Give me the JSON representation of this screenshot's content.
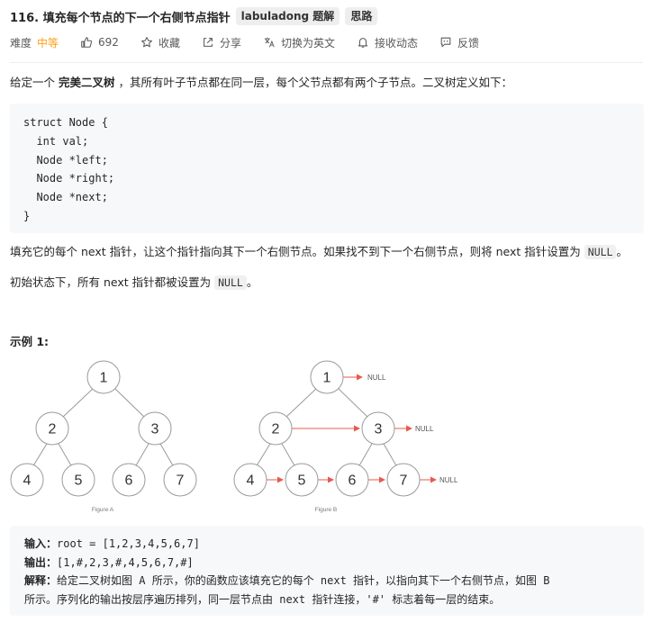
{
  "header": {
    "title": "116. 填充每个节点的下一个右侧节点指针",
    "tags": [
      "labuladong 题解",
      "思路"
    ]
  },
  "meta": {
    "difficulty_label": "难度",
    "difficulty_value": "中等",
    "likes": "692",
    "favorite": "收藏",
    "share": "分享",
    "translate": "切换为英文",
    "notify": "接收动态",
    "feedback": "反馈"
  },
  "description": {
    "intro_before": "给定一个 ",
    "intro_bold": "完美二叉树",
    "intro_after": " ，其所有叶子节点都在同一层，每个父节点都有两个子节点。二叉树定义如下：",
    "code": "struct Node {\n  int val;\n  Node *left;\n  Node *right;\n  Node *next;\n}",
    "para2_before": "填充它的每个 next 指针，让这个指针指向其下一个右侧节点。如果找不到下一个右侧节点，则将 next 指针设置为 ",
    "para2_code": "NULL",
    "para2_after": "。",
    "para3_before": "初始状态下，所有 next 指针都被设置为 ",
    "para3_code": "NULL",
    "para3_after": "。"
  },
  "example": {
    "title": "示例 1:",
    "figure_a": {
      "caption": "Figure A",
      "nodes": [
        "1",
        "2",
        "3",
        "4",
        "5",
        "6",
        "7"
      ]
    },
    "figure_b": {
      "caption": "Figure B",
      "nodes": [
        "1",
        "2",
        "3",
        "4",
        "5",
        "6",
        "7"
      ],
      "null_label": "NULL"
    },
    "input_label": "输入：",
    "input_value": "root = [1,2,3,4,5,6,7]",
    "output_label": "输出：",
    "output_value": "[1,#,2,3,#,4,5,6,7,#]",
    "explain_label": "解释：",
    "explain_line1": "给定二叉树如图 A 所示，你的函数应该填充它的每个 next 指针，以指向其下一个右侧节点，如图 B",
    "explain_line2": "所示。序列化的输出按层序遍历排列，同一层节点由 next 指针连接，'#' 标志着每一层的结束。"
  },
  "colors": {
    "difficulty": "#ffa116",
    "arrow": "#e8594f"
  }
}
